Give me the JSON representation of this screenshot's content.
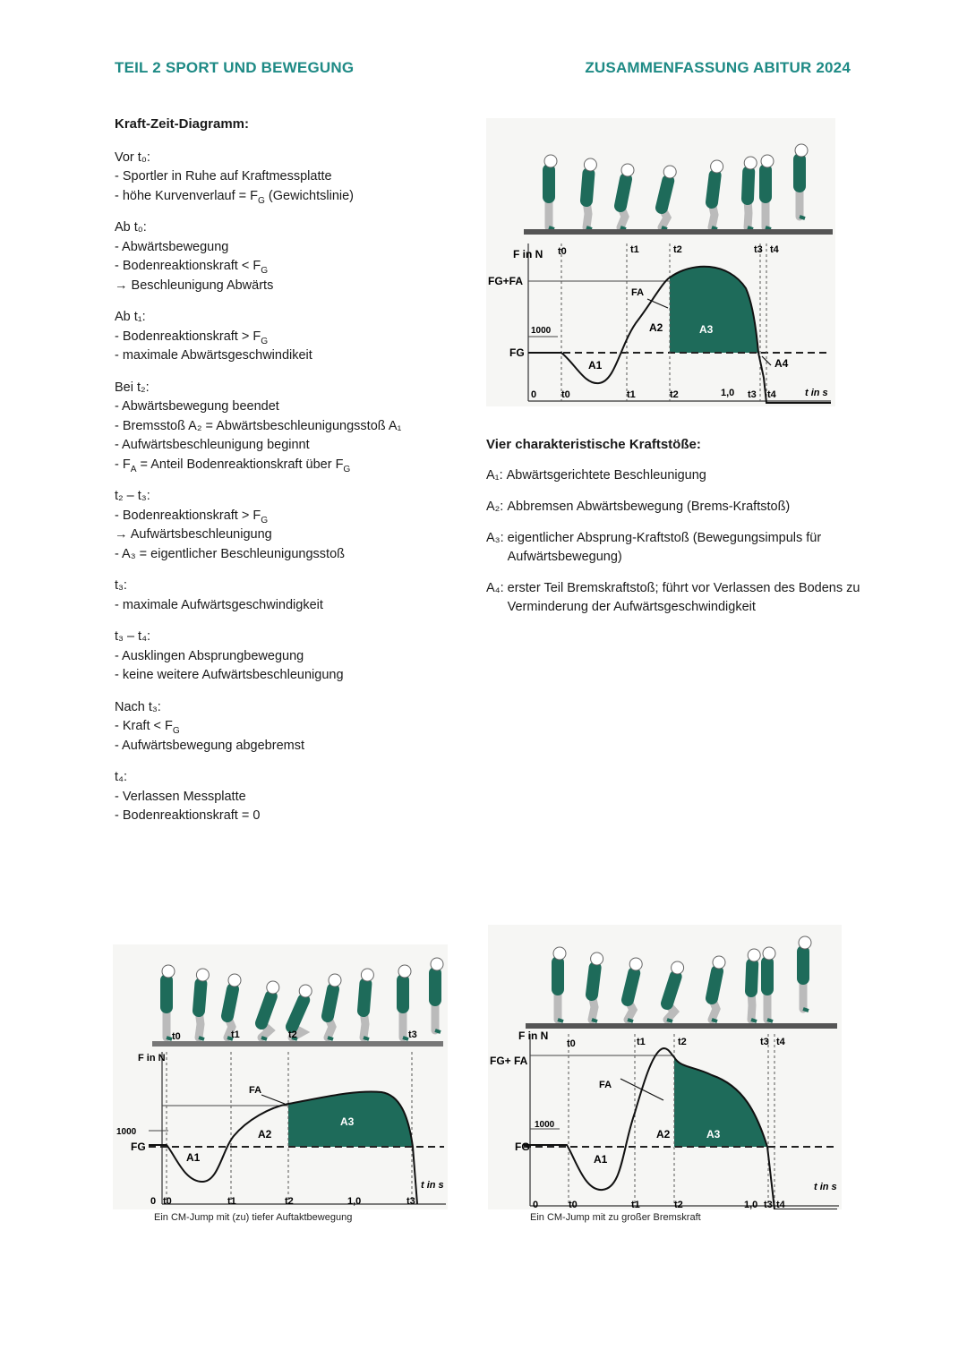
{
  "header": {
    "left": "TEIL 2 SPORT UND BEWEGUNG",
    "right": "ZUSAMMENFASSUNG ABITUR 2024"
  },
  "left": {
    "title": "Kraft-Zeit-Diagramm:",
    "sections": [
      {
        "heading": "Vor t₀:",
        "lines": [
          "- Sportler in Ruhe auf Kraftmessplatte",
          "- höhe Kurvenverlauf = F_G (Gewichtslinie)"
        ]
      },
      {
        "heading": "Ab t₀:",
        "lines": [
          "- Abwärtsbewegung",
          "- Bodenreaktionskraft < F_G",
          "→ Beschleunigung Abwärts"
        ]
      },
      {
        "heading": "Ab t₁:",
        "lines": [
          "- Bodenreaktionskraft > F_G",
          "- maximale Abwärtsgeschwindikeit"
        ]
      },
      {
        "heading": "Bei t₂:",
        "lines": [
          "- Abwärtsbewegung beendet",
          "- Bremsstoß A₂ = Abwärtsbeschleunigungsstoß A₁",
          "- Aufwärtsbeschleunigung beginnt",
          "- F_A = Anteil Bodenreaktionskraft über F_G"
        ]
      },
      {
        "heading": "t₂ – t₃:",
        "lines": [
          "- Bodenreaktionskraft > F_G",
          "→ Aufwärtsbeschleunigung",
          "- A₃ = eigentlicher Beschleunigungsstoß"
        ]
      },
      {
        "heading": "t₃:",
        "lines": [
          "- maximale Aufwärtsgeschwindigkeit"
        ]
      },
      {
        "heading": "t₃ – t₄:",
        "lines": [
          "- Ausklingen Absprungbewegung",
          "- keine weitere Aufwärtsbeschleunigung"
        ]
      },
      {
        "heading": "Nach t₃:",
        "lines": [
          "- Kraft < F_G",
          "- Aufwärtsbewegung abgebremst"
        ]
      },
      {
        "heading": "t₄:",
        "lines": [
          "- Verlassen Messplatte",
          "- Bodenreaktionskraft = 0"
        ]
      }
    ]
  },
  "right": {
    "title": "Vier charakteristische Kraftstöße:",
    "impulses": [
      {
        "label": "A₁:",
        "text": "Abwärtsgerichtete Beschleunigung"
      },
      {
        "label": "A₂:",
        "text": "Abbremsen Abwärtsbewegung (Brems-Kraftstoß)"
      },
      {
        "label": "A₃:",
        "text": "eigentlicher Absprung-Kraftstoß (Bewegungsimpuls für Aufwärtsbewegung)"
      },
      {
        "label": "A₄:",
        "text": "erster Teil Bremskraftstoß; führt vor Verlassen des Bodens zu Verminderung der Aufwärtsgeschwindigkeit"
      }
    ]
  },
  "figures": {
    "main": {
      "ylabel": "F in N",
      "xlabel": "t in s",
      "fgfa": "FG+FA",
      "fg": "FG",
      "tick1000": "1000",
      "zero": "0",
      "fa": "FA",
      "a1": "A1",
      "a2": "A2",
      "a3": "A3",
      "a4": "A4",
      "x10": "1,0",
      "t0": "t0",
      "t1": "t1",
      "t2": "t2",
      "t3": "t3",
      "t4": "t4",
      "accent": "#1e6b5a"
    },
    "deep": {
      "ylabel": "F in N",
      "xlabel": "t in s",
      "fg": "FG",
      "tick1000": "1000",
      "zero": "0",
      "fa": "FA",
      "a1": "A1",
      "a2": "A2",
      "a3": "A3",
      "x10": "1,0",
      "t0": "t0",
      "t1": "t1",
      "t2": "t2",
      "t3": "t3",
      "caption": "Ein CM-Jump mit (zu) tiefer Auftaktbewegung"
    },
    "brake": {
      "ylabel": "F in N",
      "xlabel": "t in s",
      "fgfa": "FG+ FA",
      "fg": "FG",
      "tick1000": "1000",
      "zero": "0",
      "fa": "FA",
      "a1": "A1",
      "a2": "A2",
      "a3": "A3",
      "x10": "1,0",
      "t0": "t0",
      "t1": "t1",
      "t2": "t2",
      "t3": "t3",
      "t4": "t4",
      "caption": "Ein CM-Jump mit zu großer Bremskraft"
    }
  }
}
